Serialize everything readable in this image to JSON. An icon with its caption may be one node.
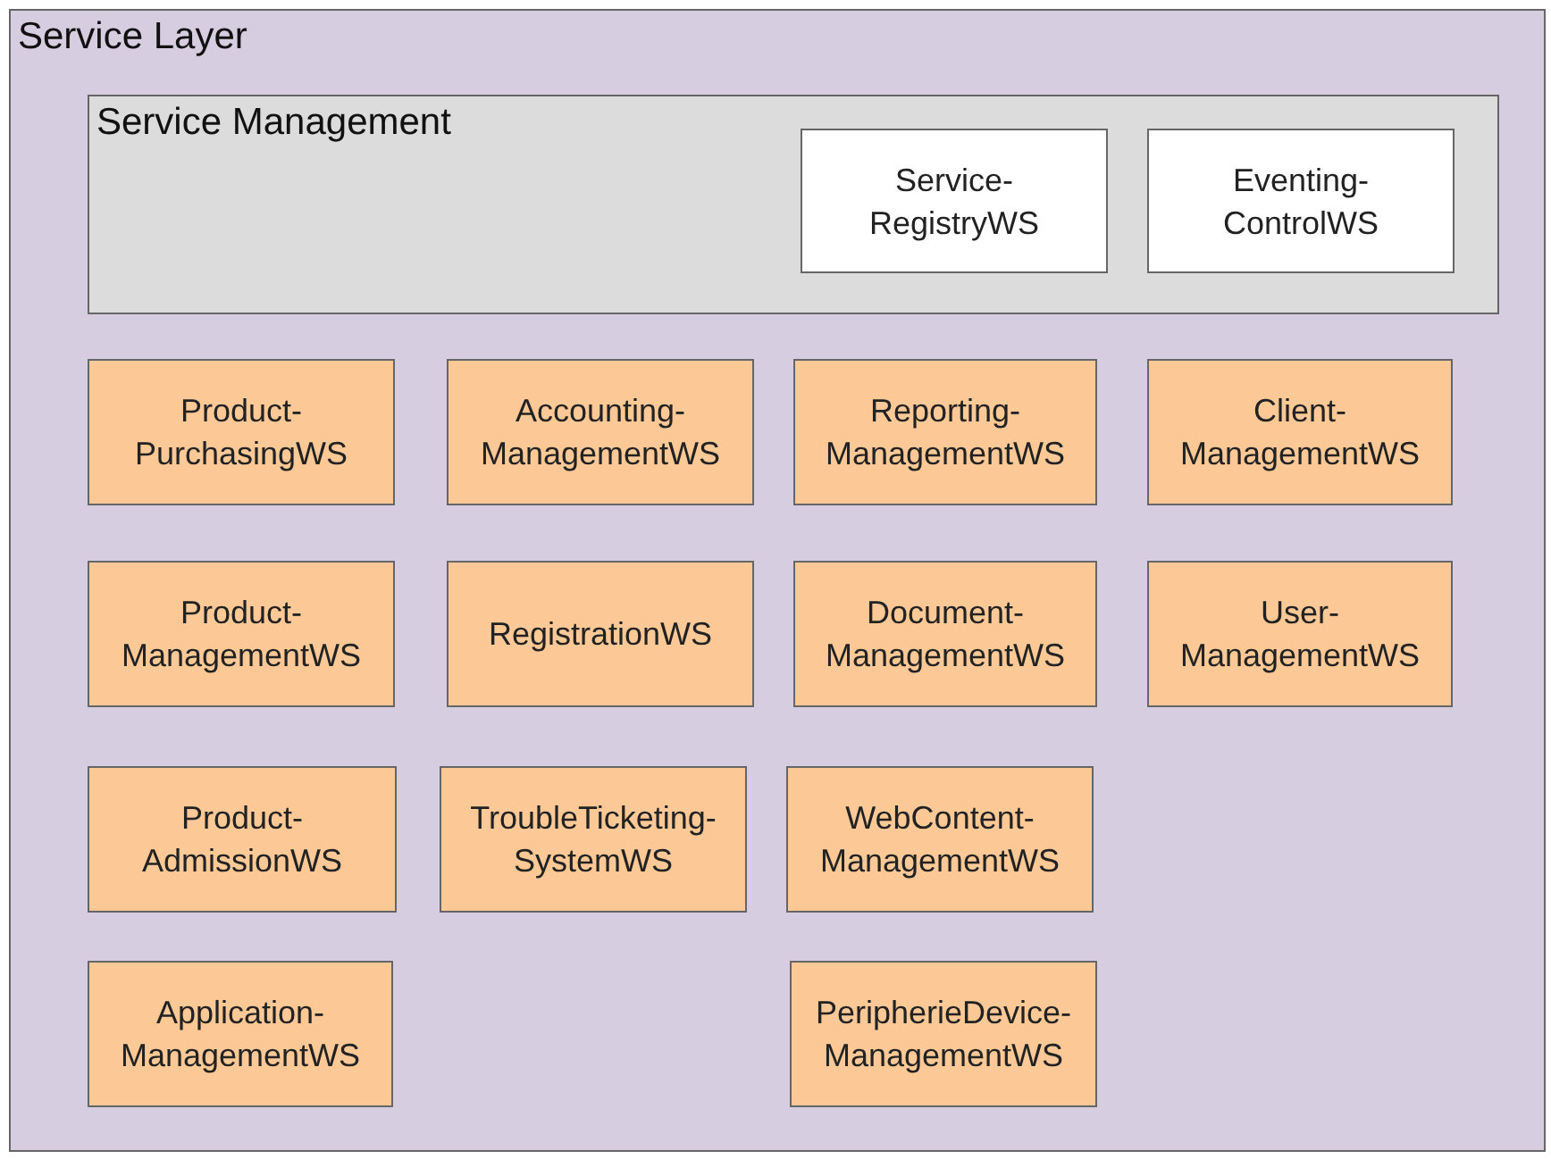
{
  "diagram": {
    "nodes": [
      {
        "text": [
          "Service Layer"
        ]
      },
      {
        "text": [
          "Service Management"
        ],
        "in": 0
      },
      {
        "text": [
          "Service-RegistryWS"
        ],
        "in": 1
      },
      {
        "text": [
          "Eventing-ControlWS"
        ],
        "in": 1
      },
      {
        "text": [
          "Product-PurchasingWS"
        ],
        "in": 0
      },
      {
        "text": [
          "Accounting-ManagementWS"
        ],
        "in": 0
      },
      {
        "text": [
          "Reporting-ManagementWS"
        ],
        "in": 0
      },
      {
        "text": [
          "Client-ManagementWS"
        ],
        "in": 0
      },
      {
        "text": [
          "Product-ManagementWS"
        ],
        "in": 0
      },
      {
        "text": [
          "RegistrationWS"
        ],
        "in": 0
      },
      {
        "text": [
          "Document-ManagementWS"
        ],
        "in": 0
      },
      {
        "text": [
          "User-ManagementWS"
        ],
        "in": 0
      },
      {
        "text": [
          "Product-AdmissionWS"
        ],
        "in": 0
      },
      {
        "text": [
          "TroubleTicketing-SystemWS"
        ],
        "in": 0
      },
      {
        "text": [
          "WebContent-ManagementWS"
        ],
        "in": 0
      },
      {
        "text": [
          "Application-ManagementWS"
        ],
        "in": 0
      },
      {
        "text": [
          "PeripherieDevice-ManagementWS"
        ],
        "in": 0
      }
    ]
  }
}
